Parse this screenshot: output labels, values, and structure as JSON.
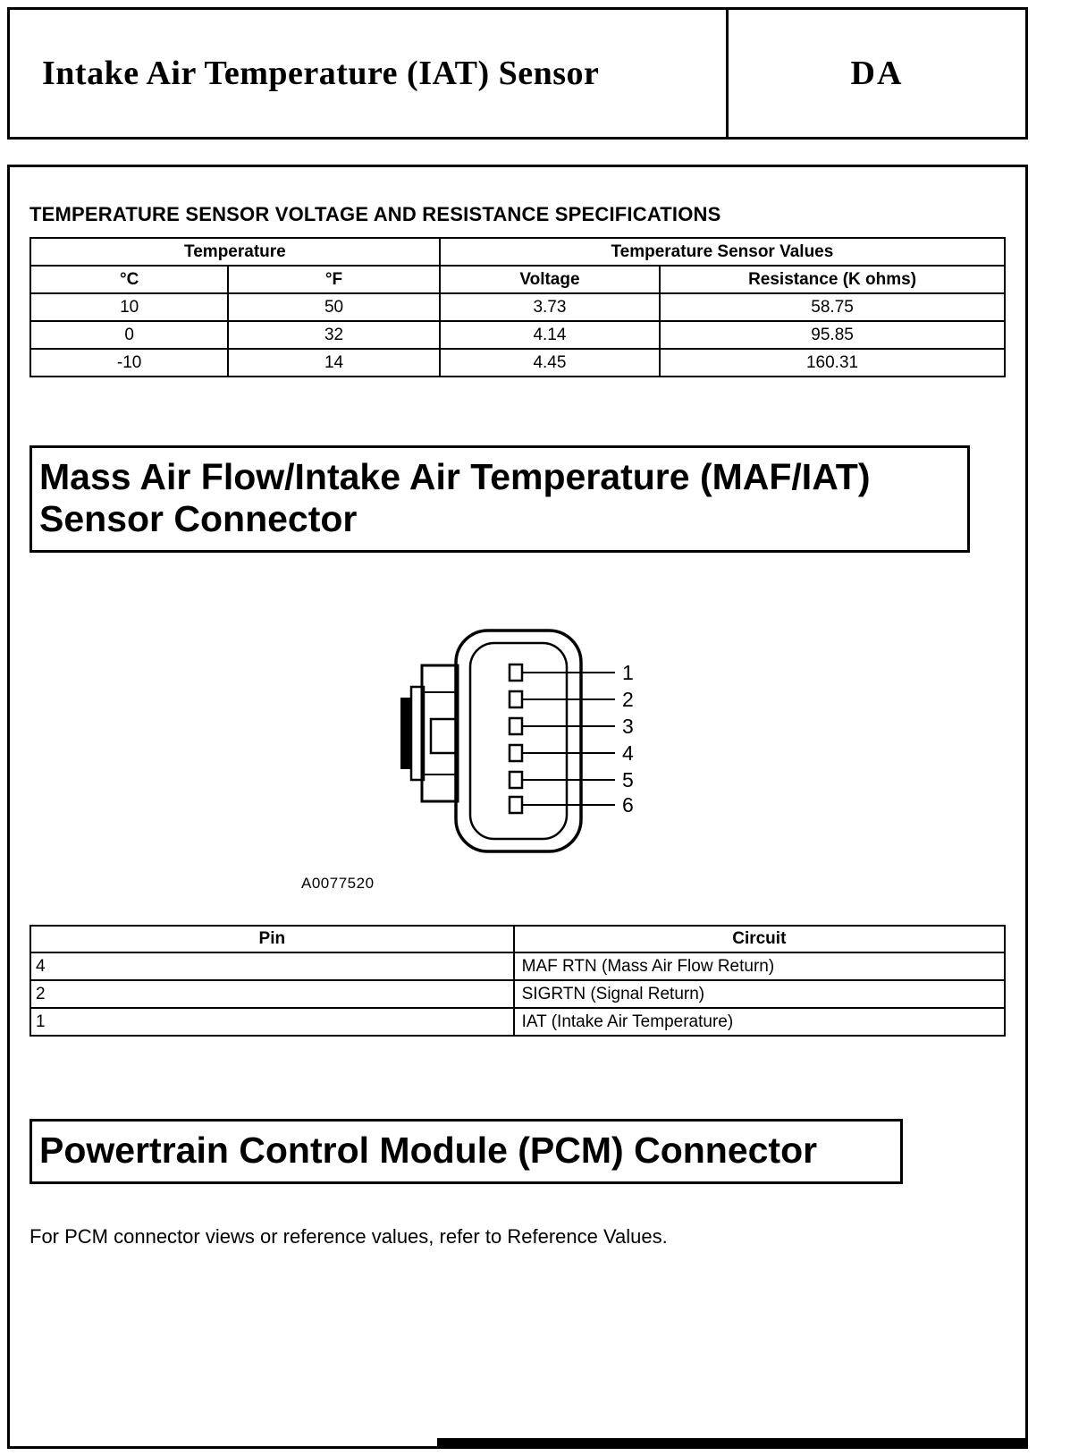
{
  "header": {
    "title": "Intake Air Temperature (IAT) Sensor",
    "code": "DA"
  },
  "spec": {
    "heading": "TEMPERATURE SENSOR VOLTAGE AND RESISTANCE SPECIFICATIONS",
    "table": {
      "group_headers": [
        "Temperature",
        "Temperature Sensor Values"
      ],
      "columns": [
        "°C",
        "°F",
        "Voltage",
        "Resistance (K ohms)"
      ],
      "rows": [
        [
          "10",
          "50",
          "3.73",
          "58.75"
        ],
        [
          "0",
          "32",
          "4.14",
          "95.85"
        ],
        [
          "-10",
          "14",
          "4.45",
          "160.31"
        ]
      ]
    }
  },
  "maf": {
    "title": "Mass Air Flow/Intake Air Temperature (MAF/IAT) Sensor Connector",
    "figure_label": "A0077520",
    "diagram": {
      "pin_labels": [
        "1",
        "2",
        "3",
        "4",
        "5",
        "6"
      ]
    },
    "pin_table": {
      "columns": [
        "Pin",
        "Circuit"
      ],
      "rows": [
        [
          "4",
          "MAF RTN (Mass Air Flow Return)"
        ],
        [
          "2",
          "SIGRTN (Signal Return)"
        ],
        [
          "1",
          "IAT (Intake Air Temperature)"
        ]
      ]
    }
  },
  "pcm": {
    "title": "Powertrain Control Module (PCM) Connector",
    "text": "For PCM connector views or reference values, refer to",
    "link_text": "Reference Values."
  }
}
